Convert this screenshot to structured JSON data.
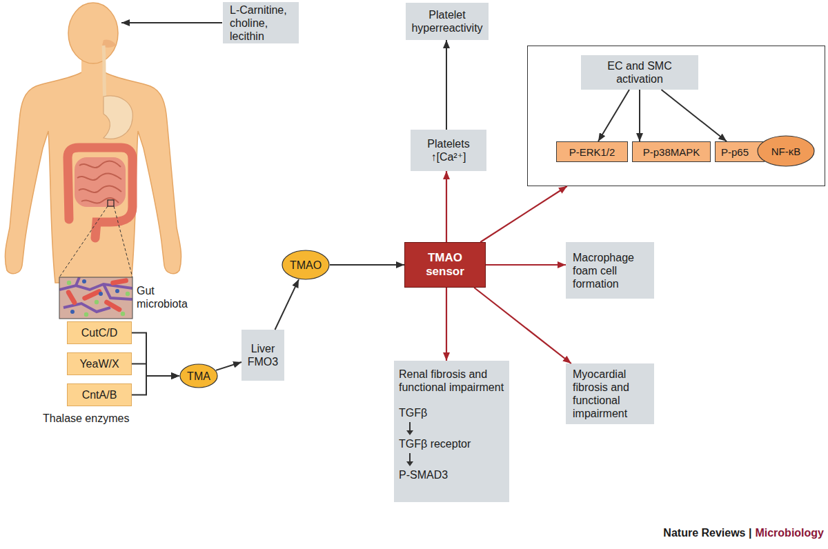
{
  "diagram": {
    "nodes": [
      {
        "text": [
          "L-Carnitine, choline, lecithin"
        ]
      },
      {
        "text": [
          "Platelet hyperreactivity"
        ]
      },
      {
        "text": []
      },
      {
        "text": [
          "EC and SMC activation"
        ],
        "in": 2
      },
      {
        "text": [
          "P-ERK1/2"
        ],
        "in": 2
      },
      {
        "text": [
          "P-p38MAPK"
        ],
        "in": 2
      },
      {
        "text": [
          "P-p65"
        ],
        "in": 2
      },
      {
        "text": [
          "NF-κB"
        ],
        "in": 2
      },
      {
        "text": [
          "Platelets ↑[Ca²⁺]"
        ]
      },
      {
        "text": [
          "TMAO"
        ]
      },
      {
        "text": [
          "TMAO sensor"
        ]
      },
      {
        "text": [
          "Macrophage foam cell formation"
        ]
      },
      {
        "text": [
          "CutC/D"
        ]
      },
      {
        "text": [
          "YeaW/X"
        ]
      },
      {
        "text": [
          "Liver FMO3"
        ]
      },
      {
        "text": [
          "CntA/B"
        ]
      },
      {
        "text": [
          "TMA"
        ]
      },
      {
        "text": [
          "Renal fibrosis and functional impairment",
          "TGFβ",
          "TGFβ receptor",
          "P-SMAD3"
        ]
      },
      {
        "text": [
          "Myocardial fibrosis and functional impairment"
        ]
      }
    ],
    "edges": [
      {
        "from": 12,
        "to": 16,
        "arrow": "to"
      },
      {
        "from": 13,
        "to": 16,
        "arrow": "to"
      },
      {
        "from": 15,
        "to": 16,
        "arrow": "to"
      },
      {
        "from": 16,
        "to": 14,
        "arrow": "to"
      },
      {
        "from": 14,
        "to": 9,
        "arrow": "to"
      },
      {
        "from": 9,
        "to": 10,
        "arrow": "to"
      },
      {
        "from": 10,
        "to": 8,
        "arrow": "to"
      },
      {
        "from": 8,
        "to": 1,
        "arrow": "to"
      },
      {
        "from": 10,
        "to": 2,
        "arrow": "to"
      },
      {
        "from": 10,
        "to": 11,
        "arrow": "to"
      },
      {
        "from": 10,
        "to": 18,
        "arrow": "to"
      },
      {
        "from": 10,
        "to": 17,
        "arrow": "to"
      },
      {
        "from": 3,
        "to": 4,
        "arrow": "to"
      },
      {
        "from": 3,
        "to": 5,
        "arrow": "to"
      },
      {
        "from": 3,
        "to": 6,
        "arrow": "to"
      }
    ],
    "labels": [
      "Gut microbiota",
      "Thalase enzymes",
      "Nature Reviews |",
      "Microbiology"
    ]
  }
}
